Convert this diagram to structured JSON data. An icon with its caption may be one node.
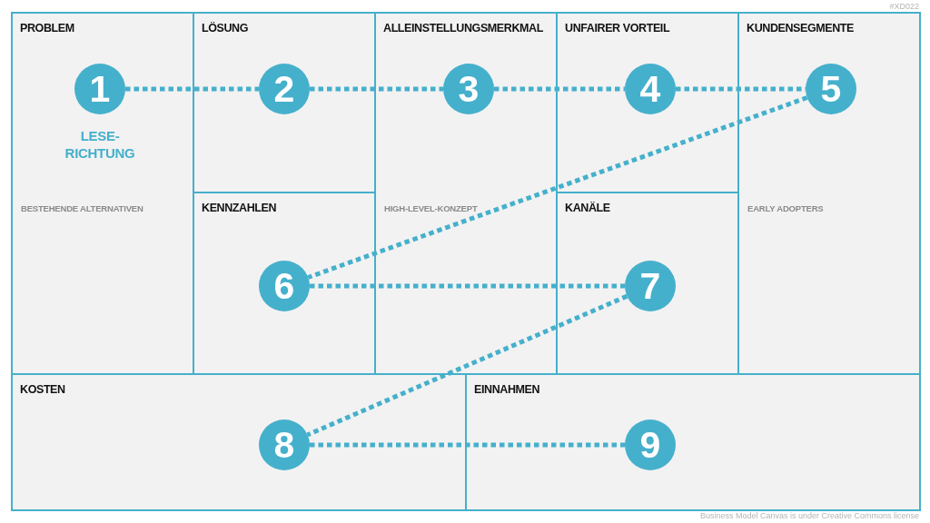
{
  "diagram": {
    "nodes": [
      {
        "text": [
          "PROBLEM",
          "BESTEHENDE ALTERNATIVEN"
        ]
      },
      {
        "text": [
          "1"
        ],
        "in": 0,
        "beside": [
          "LESE- RICHTUNG"
        ]
      },
      {
        "text": [
          "LÖSUNG"
        ]
      },
      {
        "text": [
          "2"
        ],
        "in": 2
      },
      {
        "text": [
          "ALLEINSTELLUNGSMERKMAL",
          "HIGH-LEVEL-KONZEPT"
        ]
      },
      {
        "text": [
          "3"
        ],
        "in": 4
      },
      {
        "text": [
          "UNFAIRER VORTEIL"
        ]
      },
      {
        "text": [
          "4"
        ],
        "in": 6
      },
      {
        "text": [
          "KUNDENSEGMENTE",
          "EARLY ADOPTERS"
        ]
      },
      {
        "text": [
          "5"
        ],
        "in": 8
      },
      {
        "text": [
          "KENNZAHLEN"
        ]
      },
      {
        "text": [
          "6"
        ],
        "in": 10
      },
      {
        "text": [
          "KANÄLE"
        ]
      },
      {
        "text": [
          "7"
        ],
        "in": 12
      },
      {
        "text": [
          "KOSTEN"
        ]
      },
      {
        "text": [
          "8"
        ],
        "in": 14
      },
      {
        "text": [
          "EINNAHMEN"
        ]
      },
      {
        "text": [
          "9"
        ],
        "in": 16
      }
    ],
    "edges": [
      {
        "from": 1,
        "to": 3,
        "arrow": "none",
        "style": "dashed"
      },
      {
        "from": 3,
        "to": 5,
        "arrow": "none",
        "style": "dashed"
      },
      {
        "from": 5,
        "to": 7,
        "arrow": "none",
        "style": "dashed"
      },
      {
        "from": 7,
        "to": 9,
        "arrow": "none",
        "style": "dashed"
      },
      {
        "from": 9,
        "to": 11,
        "arrow": "none",
        "style": "dashed"
      },
      {
        "from": 11,
        "to": 13,
        "arrow": "none",
        "style": "dashed"
      },
      {
        "from": 13,
        "to": 15,
        "arrow": "none",
        "style": "dashed"
      },
      {
        "from": 15,
        "to": 17,
        "arrow": "none",
        "style": "dashed"
      }
    ],
    "labels": [
      "#XD022",
      "Business Model Canvas is under Creative Commons license"
    ]
  }
}
